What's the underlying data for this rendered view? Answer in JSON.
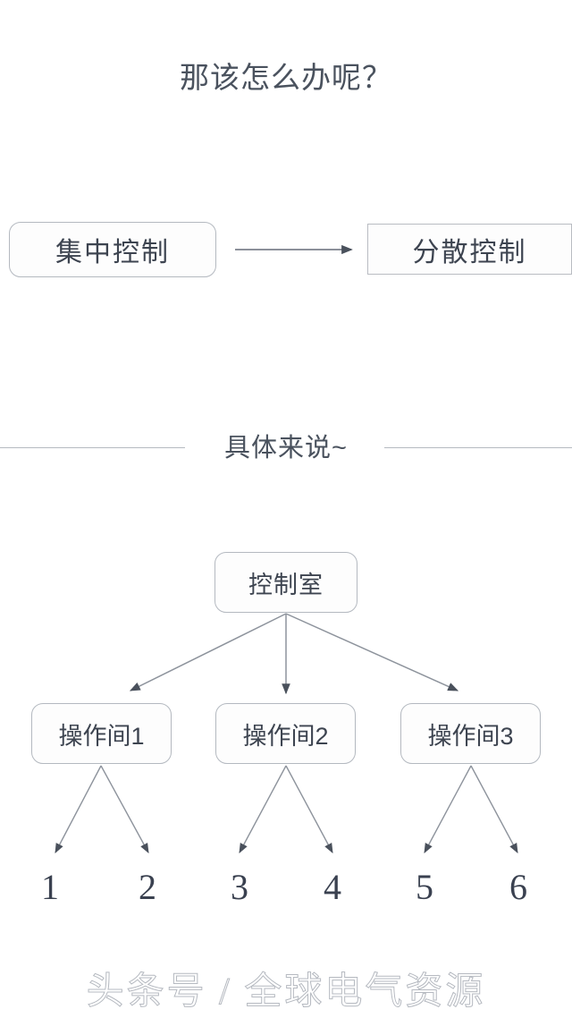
{
  "page": {
    "title": "那该怎么办呢？",
    "background_color": "#ffffff",
    "text_color": "#3d4450",
    "line_color": "#8d939c"
  },
  "transition": {
    "from_label": "集中控制",
    "to_label": "分散控制",
    "arrow_icon": "arrow-right-icon"
  },
  "divider": {
    "label": "具体来说~"
  },
  "tree": {
    "root": {
      "label": "控制室"
    },
    "branches": [
      {
        "label": "操作间1",
        "leaves": [
          "1",
          "2"
        ]
      },
      {
        "label": "操作间2",
        "leaves": [
          "3",
          "4"
        ]
      },
      {
        "label": "操作间3",
        "leaves": [
          "5",
          "6"
        ]
      }
    ]
  },
  "watermark": {
    "text": "头条号 / 全球电气资源"
  }
}
